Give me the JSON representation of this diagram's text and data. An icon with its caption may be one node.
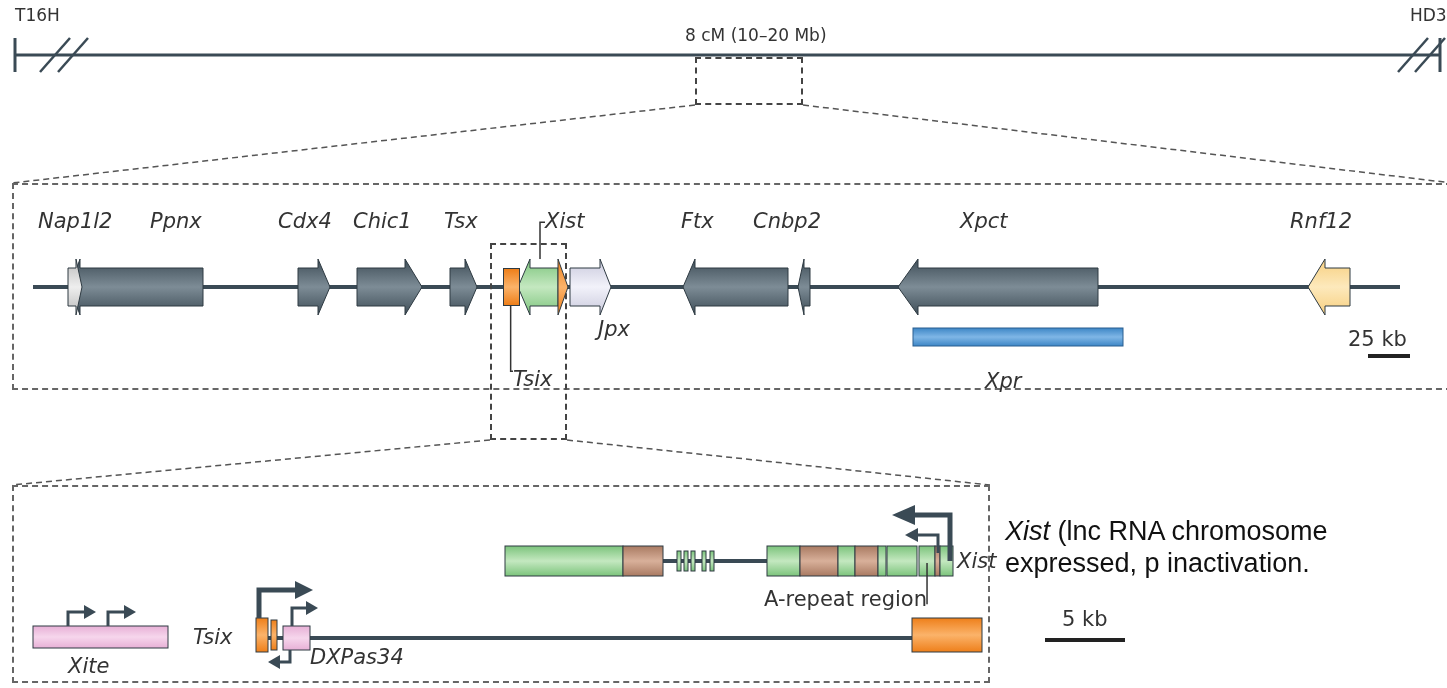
{
  "diagram": {
    "nodes": [
      {
        "text": [],
        "shape": "box",
        "beside": [
          "8 cM (10–20 Mb)"
        ]
      },
      {
        "text": [],
        "shape": "box"
      },
      {
        "text": [],
        "shape": "box"
      },
      {
        "text": [],
        "shape": "box"
      },
      {
        "text": [
          "Xist"
        ],
        "in": 1
      },
      {
        "text": [],
        "shape": "arrow"
      },
      {
        "text": [
          "Tsix"
        ]
      },
      {
        "text": [],
        "shape": "box"
      },
      {
        "text": [
          "A-repeat region"
        ],
        "in": 3
      }
    ],
    "edges": [
      {
        "from": 0,
        "to": 1,
        "arrow": "none",
        "style": "dashed"
      },
      {
        "from": 0,
        "to": 1,
        "arrow": "none",
        "style": "dashed"
      },
      {
        "from": 2,
        "to": 3,
        "arrow": "none",
        "style": "dashed"
      },
      {
        "from": 2,
        "to": 3,
        "arrow": "none",
        "style": "dashed"
      },
      {
        "from": 4,
        "to": 5,
        "arrow": "none"
      },
      {
        "from": 6,
        "to": 7,
        "arrow": "none"
      },
      {
        "from": 8,
        "to": null,
        "arrow": "none"
      }
    ],
    "labels": [
      "T16H",
      "HD3",
      "Nap1l2",
      "Ppnx",
      "Cdx4",
      "Chic1",
      "Tsx",
      "Ftx",
      "Cnbp2",
      "Xpct",
      "Rnf12",
      "Jpx",
      "Xpr",
      "25 kb",
      "Xist",
      "Tsix",
      "5 kb",
      "Xite",
      "DXPas34",
      "*Xist* (lnc RNA chromosome expressed, p inactivation."
    ]
  }
}
